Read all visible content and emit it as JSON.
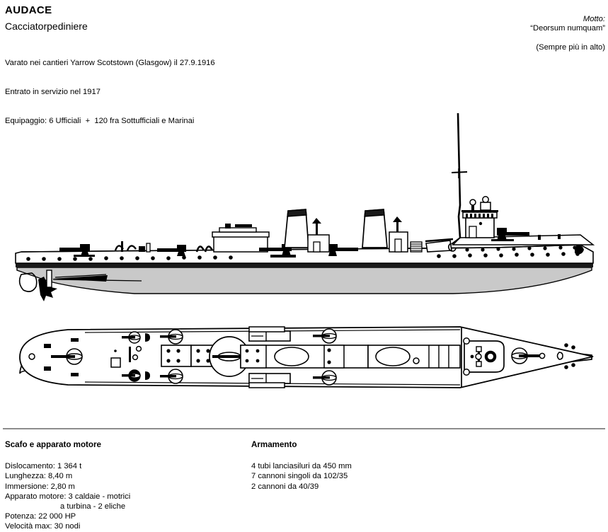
{
  "header": {
    "ship_name": "AUDACE",
    "ship_class": "Cacciatorpediniere",
    "build_lines": [
      "Varato nei cantieri Yarrow Scotstown (Glasgow) il 27.9.1916",
      "Entrato in servizio nel 1917",
      "Equipaggio: 6 Ufficiali  +  120 fra Sottufficiali e Marinai"
    ],
    "motto": {
      "label": "Motto:",
      "quote": "“Deorsum numquam”",
      "translation": "(Sempre più in alto)"
    }
  },
  "specs": {
    "hull": {
      "heading": "Scafo e apparato motore",
      "lines": [
        {
          "text": "Dislocamento: 1 364 t",
          "indent": false
        },
        {
          "text": "Lunghezza: 8,40 m",
          "indent": false
        },
        {
          "text": "Immersione: 2,80 m",
          "indent": false
        },
        {
          "text": "Apparato motore: 3 caldaie - motrici",
          "indent": false
        },
        {
          "text": "a turbina - 2 eliche",
          "indent": true
        },
        {
          "text": "Potenza: 22 000 HP",
          "indent": false
        },
        {
          "text": "Velocità max: 30 nodi",
          "indent": false
        }
      ]
    },
    "armament": {
      "heading": "Armamento",
      "lines": [
        {
          "text": "4 tubi lanciasiluri da 450 mm",
          "indent": false
        },
        {
          "text": "7 cannoni singoli da 102/35",
          "indent": false
        },
        {
          "text": "2 cannoni da 40/39",
          "indent": false
        }
      ]
    }
  },
  "colors": {
    "ink": "#000000",
    "hull_underwater": "#c9c9c9",
    "hull_above": "#ffffff",
    "waterline": "#1a1a1a",
    "divider": "#8d8d8d",
    "funnel_top": "#1a1a1a"
  },
  "drawing": {
    "profile_view_label": "side-profile-elevation",
    "plan_view_label": "top-down-deck-plan",
    "orientation": "bow-at-right"
  }
}
